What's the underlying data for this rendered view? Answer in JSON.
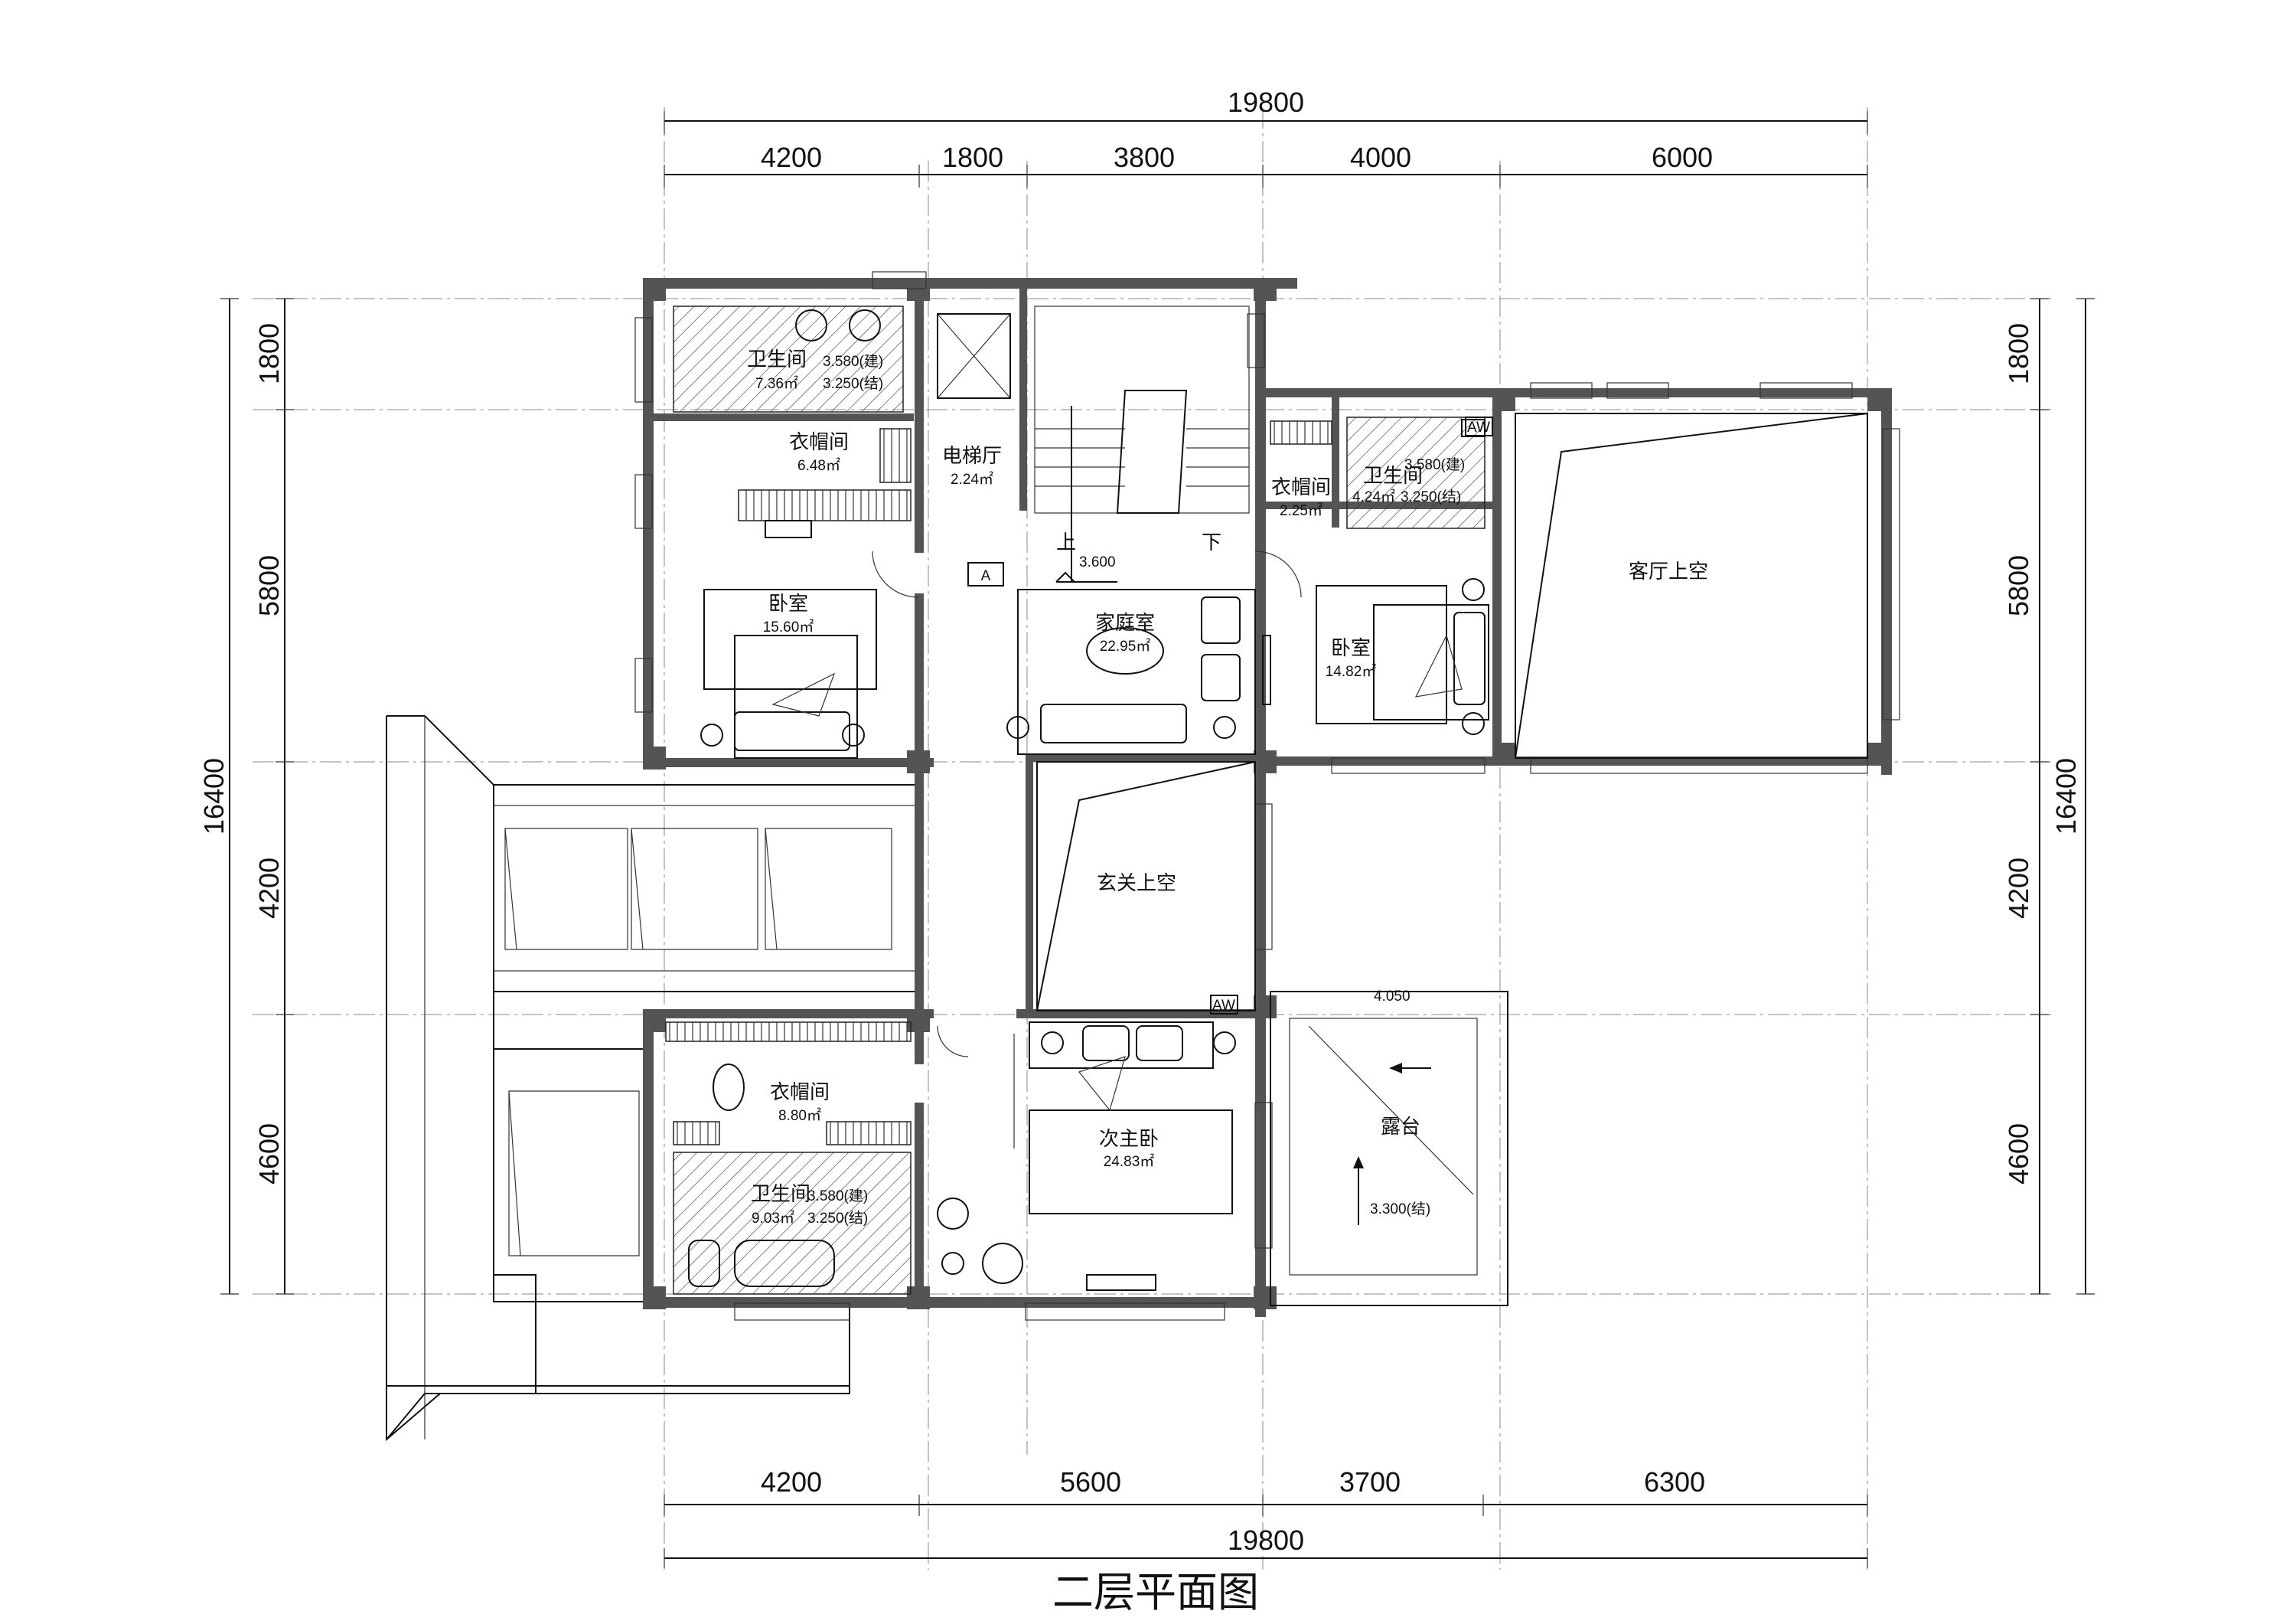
{
  "title": "二层平面图",
  "dimensions": {
    "top_total": "19800",
    "top": [
      "4200",
      "1800",
      "3800",
      "4000",
      "6000"
    ],
    "bottom": [
      "4200",
      "5600",
      "3700",
      "6300"
    ],
    "bottom_total": "19800",
    "left": [
      "1800",
      "5800",
      "4200",
      "4600"
    ],
    "left_total": "16400",
    "right": [
      "1800",
      "5800",
      "4200",
      "4600"
    ],
    "right_total": "16400"
  },
  "rooms": {
    "bath1": {
      "name": "卫生间",
      "area": "7.36㎡",
      "elev1": "3.580(建)",
      "elev2": "3.250(结)"
    },
    "closet1": {
      "name": "衣帽间",
      "area": "6.48㎡"
    },
    "elevator": {
      "name": "电梯厅",
      "area": "2.24㎡"
    },
    "bedroom1": {
      "name": "卧室",
      "area": "15.60㎡"
    },
    "family": {
      "name": "家庭室",
      "area": "22.95㎡"
    },
    "closet2": {
      "name": "衣帽间",
      "area": "2.25㎡"
    },
    "bath2": {
      "name": "卫生间",
      "area": "4.24㎡",
      "elev1": "3.580(建)",
      "elev2": "3.250(结)"
    },
    "bedroom2": {
      "name": "卧室",
      "area": "14.82㎡"
    },
    "living_void": {
      "name": "客厅上空"
    },
    "foyer_void": {
      "name": "玄关上空"
    },
    "closet3": {
      "name": "衣帽间",
      "area": "8.80㎡"
    },
    "bath3": {
      "name": "卫生间",
      "area": "9.03㎡",
      "elev1": "3.580(建)",
      "elev2": "3.250(结)"
    },
    "master2": {
      "name": "次主卧",
      "area": "24.83㎡"
    },
    "terrace": {
      "name": "露台",
      "elev_top": "4.050",
      "elev": "3.300(结)"
    }
  },
  "labels": {
    "stair_up": "上",
    "stair_down": "下",
    "level": "3.600",
    "marker": "A",
    "aw": "AW"
  }
}
